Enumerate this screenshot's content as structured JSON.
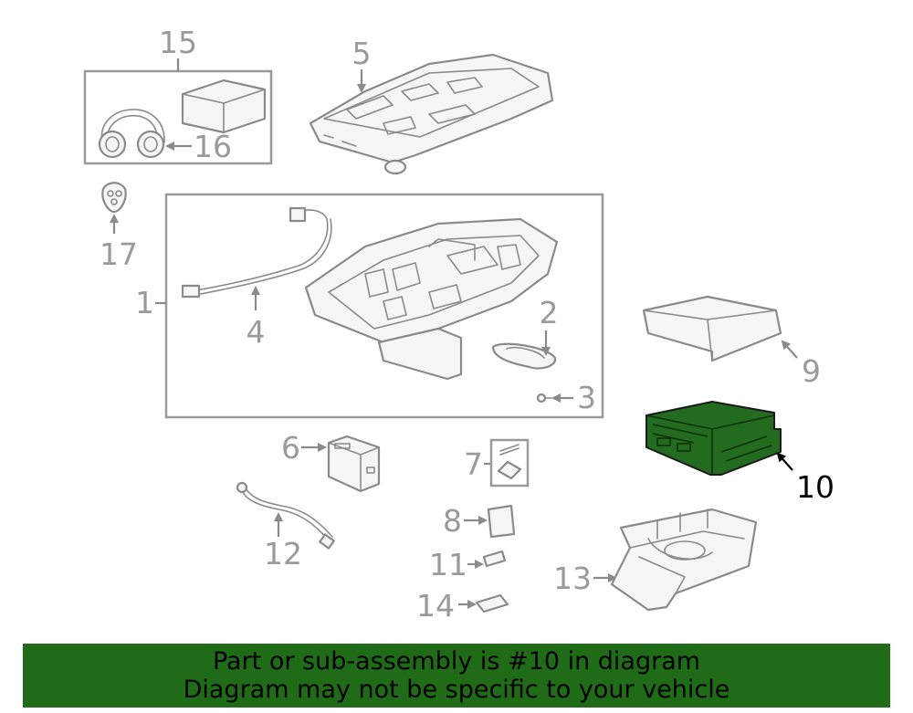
{
  "callouts": {
    "c1": "1",
    "c2": "2",
    "c3": "3",
    "c4": "4",
    "c5": "5",
    "c6": "6",
    "c7": "7",
    "c8": "8",
    "c9": "9",
    "c10": "10",
    "c11": "11",
    "c12": "12",
    "c13": "13",
    "c14": "14",
    "c15": "15",
    "c16": "16",
    "c17": "17"
  },
  "highlighted_part": "10",
  "colors": {
    "highlight": "#236b1f",
    "banner_background": "#1f6b17",
    "line_art": "#8a8a8a",
    "active_callout": "#000000"
  },
  "banner": {
    "line1": "Part or sub-assembly is #10 in diagram",
    "line2": "Diagram may not be specific to your vehicle"
  }
}
